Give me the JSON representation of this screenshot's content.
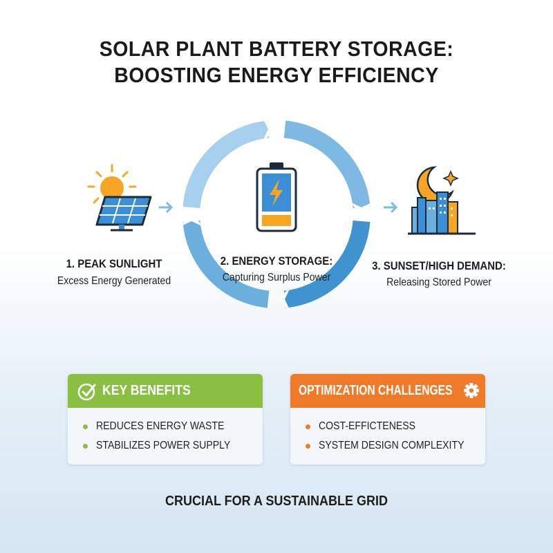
{
  "title": {
    "line1": "SOLAR PLANT BATTERY STORAGE:",
    "line2": "BOOSTING ENERGY EFFICIENCY"
  },
  "steps": [
    {
      "title": "1. PEAK SUNLIGHT",
      "subtitle": "Excess Energy Generated",
      "icon": "sun-solar-panel-icon"
    },
    {
      "title": "2. ENERGY STORAGE:",
      "subtitle": "Capturing Surplus Power",
      "icon": "battery-charging-icon"
    },
    {
      "title": "3. SUNSET/HIGH DEMAND:",
      "subtitle": "Releasing Stored Power",
      "icon": "moon-city-icon"
    }
  ],
  "benefits": {
    "title": "KEY BENEFITS",
    "icon": "check-circle-icon",
    "color": "#8abf44",
    "bullet_color": "#8abf44",
    "items": [
      "REDUCES ENERGY WASTE",
      "STABILIZES POWER SUPPLY"
    ]
  },
  "challenges": {
    "title": "OPTIMIZATION CHALLENGES",
    "icon": "gear-icon",
    "color": "#ef7a2a",
    "bullet_color": "#ef7a2a",
    "items": [
      "COST-EFFICTENESS",
      "SYSTEM DESIGN COMPLEXITY"
    ]
  },
  "footer": "CRUCIAL FOR A SUSTAINABLE GRID",
  "colors": {
    "cycle_light": "#9fcbea",
    "cycle_dark": "#3d93cf",
    "sun": "#f6a623",
    "panel": "#3a8fd6",
    "outline": "#1d2a3a"
  }
}
